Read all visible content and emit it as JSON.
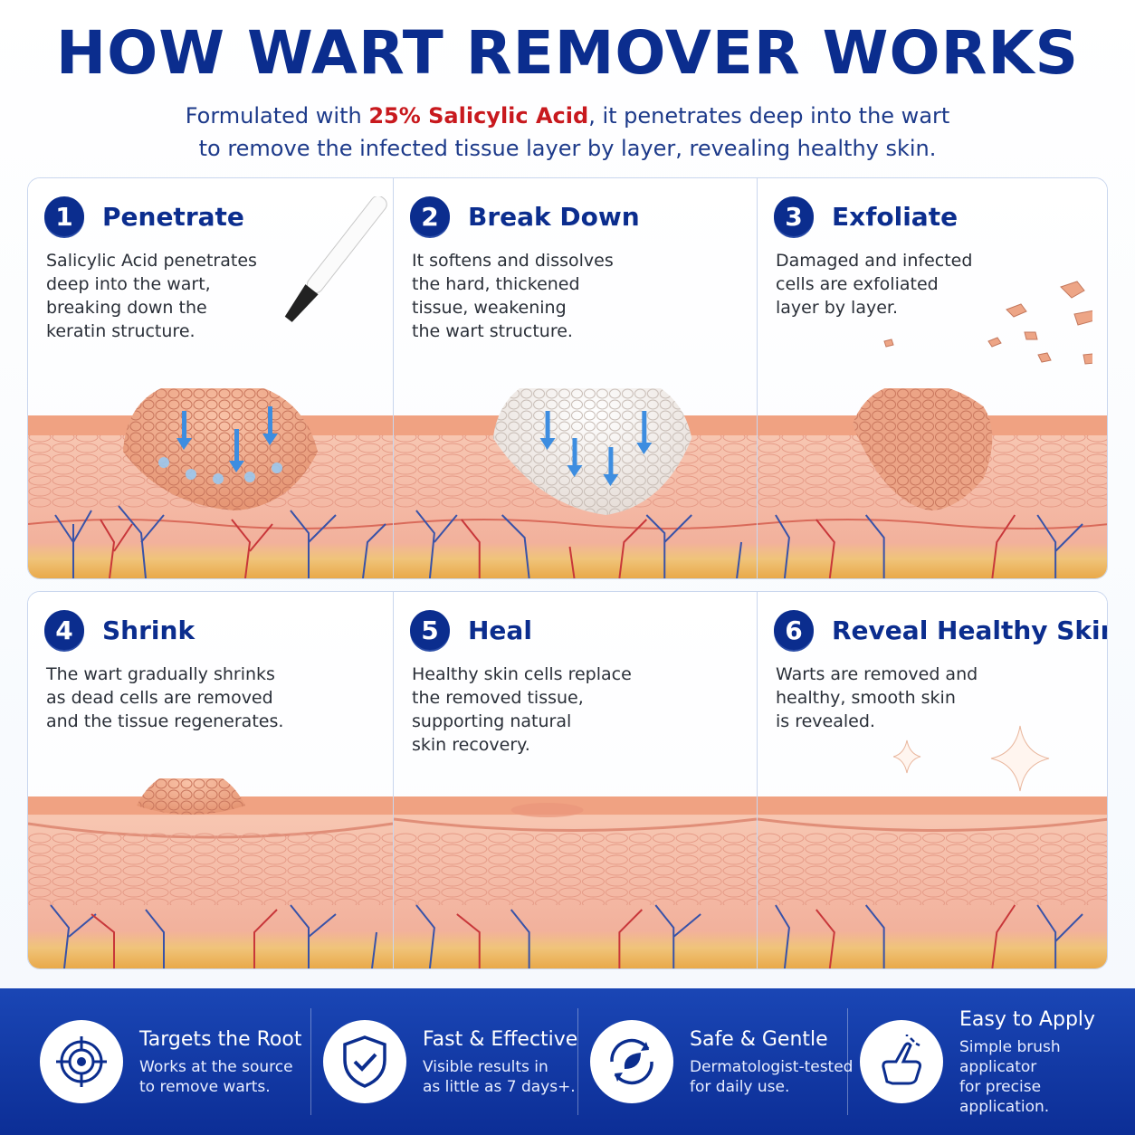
{
  "header": {
    "title": "HOW WART REMOVER WORKS",
    "subtitle_pre": "Formulated with ",
    "subtitle_highlight": "25% Salicylic Acid",
    "subtitle_post": ", it penetrates deep into the wart",
    "subtitle_line2": "to remove the infected tissue layer by layer, revealing healthy skin."
  },
  "steps": [
    {
      "number": "1",
      "title": "Penetrate",
      "description": "Salicylic Acid penetrates\ndeep into the wart,\nbreaking down the\nkeratin structure."
    },
    {
      "number": "2",
      "title": "Break Down",
      "description": "It softens and dissolves\nthe hard, thickened\ntissue, weakening\nthe wart structure."
    },
    {
      "number": "3",
      "title": "Exfoliate",
      "description": "Damaged and infected\ncells are exfoliated\nlayer by layer."
    },
    {
      "number": "4",
      "title": "Shrink",
      "description": "The wart gradually shrinks\nas dead cells are removed\nand the tissue regenerates."
    },
    {
      "number": "5",
      "title": "Heal",
      "description": "Healthy skin cells replace\nthe removed tissue,\nsupporting natural\nskin recovery."
    },
    {
      "number": "6",
      "title": "Reveal Healthy Skin",
      "description": "Warts are removed and\nhealthy, smooth skin\nis revealed."
    }
  ],
  "features": [
    {
      "icon": "target-icon",
      "title": "Targets the Root",
      "description": "Works at the source\nto remove warts."
    },
    {
      "icon": "shield-check-icon",
      "title": "Fast & Effective",
      "description": "Visible results in\nas little as 7 days+."
    },
    {
      "icon": "leaf-cycle-icon",
      "title": "Safe & Gentle",
      "description": "Dermatologist-tested\nfor daily use."
    },
    {
      "icon": "hand-brush-icon",
      "title": "Easy to Apply",
      "description": "Simple brush applicator\nfor precise application."
    }
  ],
  "colors": {
    "brand_blue": "#0b2d8e",
    "highlight_red": "#c8191e",
    "skin_top": "#f2a888",
    "skin_mid": "#f6c2b0",
    "fat_yellow": "#f2c35a",
    "bar_blue": "#1a46b5"
  }
}
